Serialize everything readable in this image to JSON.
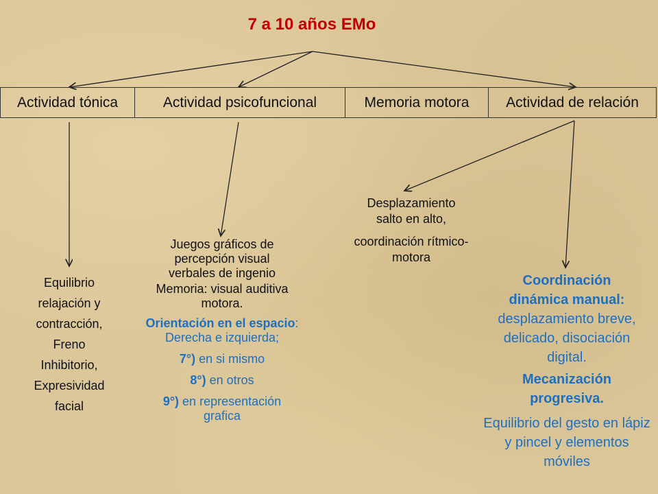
{
  "title": "7 a 10 años EMo",
  "boxes": [
    {
      "label": "Actividad tónica"
    },
    {
      "label": "Actividad psicofuncional"
    },
    {
      "label": "Memoria motora"
    },
    {
      "label": "Actividad de relación"
    }
  ],
  "col1": {
    "lines": [
      "Equilibrio",
      "relajación y",
      "contracción,",
      "Freno",
      "Inhibitorio,",
      "Expresividad",
      "facial"
    ]
  },
  "col2": {
    "juegos": "Juegos gráficos de percepción visual verbales de ingenio",
    "memoria": "Memoria: visual auditiva motora.",
    "orientacion_bold": "Orientación en el espacio",
    "orientacion_rest": ": Derecha e izquierda;",
    "items": [
      {
        "num": "7°)",
        "text": " en si mismo"
      },
      {
        "num": "8°)",
        "text": " en otros"
      },
      {
        "num": "9°)",
        "text": " en representación grafica"
      }
    ]
  },
  "col3": {
    "line1": "Desplazamiento salto en alto,",
    "line2": "coordinación rítmico-motora"
  },
  "col4": {
    "coord_bold": "Coordinación dinámica manual:",
    "coord_rest": " desplazamiento breve, delicado, disociación digital.",
    "mecanizacion": "Mecanización progresiva.",
    "equilibrio": "Equilibrio del gesto en lápiz y pincel y elementos móviles"
  },
  "colors": {
    "title": "#c00000",
    "accent_blue": "#1f6fc0",
    "background": "#dcc79a"
  }
}
